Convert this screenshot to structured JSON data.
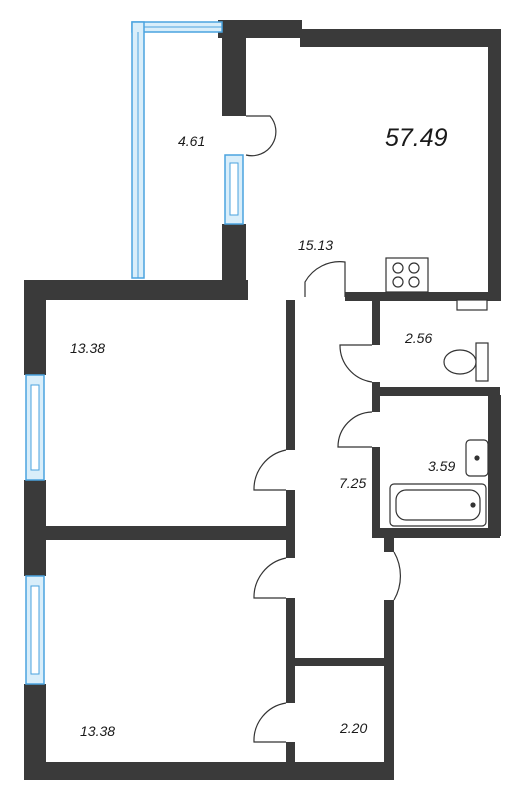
{
  "plan": {
    "total_area": "57.49",
    "rooms": {
      "balcony": "4.61",
      "kitchen_living": "15.13",
      "bedroom_top": "13.38",
      "wc": "2.56",
      "bathroom": "3.59",
      "hallway": "7.25",
      "bedroom_bottom": "13.38",
      "storage": "2.20"
    }
  },
  "colors": {
    "wall": "#3a3a3a",
    "window": "#4aa3df",
    "window_fill": "#d9eefa",
    "fixture_line": "#333333",
    "background": "#ffffff"
  },
  "icons": [
    "door-swing-icon",
    "stove-icon",
    "toilet-icon",
    "sink-icon",
    "bathtub-icon",
    "window-icon"
  ]
}
